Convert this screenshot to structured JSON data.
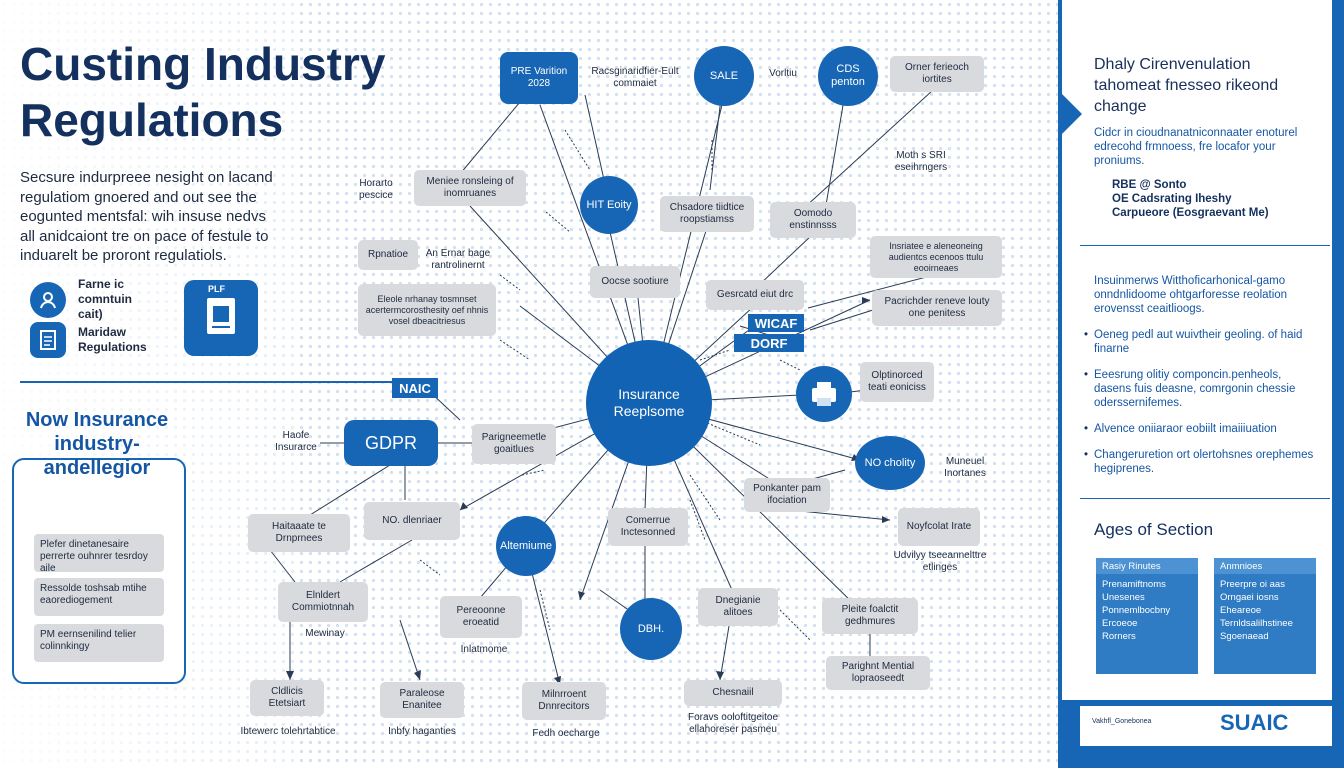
{
  "title": "Custing Industry Regulations",
  "intro": "Secsure indurpreee nesight on lacand regulatiom gnoered and out see the eogunted mentsfal: wih insuse nedvs all anidcaiont tre on pace of festule to induarelt be proront regulatiols.",
  "left_icons": [
    {
      "label": "Farne ic comntuin cait)",
      "icon": "person-icon"
    },
    {
      "label": "Maridaw Regulations",
      "icon": "document-icon"
    }
  ],
  "doc_box_label": "PLF",
  "now_title": "Now Insurance industry-andellegior",
  "now_items": [
    "Plefer dinetanesaire perrerte ouhnrer tesrdoy aile",
    "Ressolde toshsab mtihe eaorediogement",
    "PM eernsenilind telier colinnkingy"
  ],
  "hub": "Insurance Reeplsome",
  "gdpr": "GDPR",
  "tags": {
    "naic": "NAIC",
    "wicar": "WICAF",
    "dorf": "DORF"
  },
  "round_nodes": [
    {
      "id": "pre",
      "text": "PRE Varition 2028"
    },
    {
      "id": "sale",
      "text": "SALE"
    },
    {
      "id": "cdp",
      "text": "CDS penton"
    },
    {
      "id": "hit",
      "text": "HIT Eoity"
    },
    {
      "id": "no",
      "text": "NO cholity"
    },
    {
      "id": "alt",
      "text": "Altemiume"
    },
    {
      "id": "dbh",
      "text": "DBH."
    }
  ],
  "gray_nodes": [
    {
      "id": "g1",
      "text": "Orner ferieoch iortites"
    },
    {
      "id": "g2",
      "text": "Meniee ronsleing of inomruanes"
    },
    {
      "id": "g3",
      "text": "Chsadore tiidtice roopstiamss"
    },
    {
      "id": "g4",
      "text": "Oomodo enstinnsss"
    },
    {
      "id": "g5",
      "text": "Rpnatioe"
    },
    {
      "id": "g6",
      "text": "Oocse sootiure"
    },
    {
      "id": "g7",
      "text": "Gesrcatd eiut drc"
    },
    {
      "id": "g8",
      "text": "Insriatee e aleneoneing audientcs ecenoos ttulu eooirneaes"
    },
    {
      "id": "g9",
      "text": "Eleole nrhanay tosmnset acertermcorosthesity oef nhnis vosel dbeacitriesus"
    },
    {
      "id": "g10",
      "text": "Pacrichder reneve louty one penitess"
    },
    {
      "id": "g11",
      "text": "Olptinorced teati eoniciss"
    },
    {
      "id": "g12",
      "text": "Parigneemetle goaitlues"
    },
    {
      "id": "g13",
      "text": "Ponkanter pam ifociation"
    },
    {
      "id": "g14",
      "text": "Haitaaate te Drnprnees"
    },
    {
      "id": "g15",
      "text": "NO. dlenriaer"
    },
    {
      "id": "g16",
      "text": "Comerrue Inctesonned"
    },
    {
      "id": "g17",
      "text": "Noyfcolat Irate"
    },
    {
      "id": "g18",
      "text": "Elnldert Commiotnnah"
    },
    {
      "id": "g19",
      "text": "Pereoonne eroeatid"
    },
    {
      "id": "g20",
      "text": "Dnegianie alitoes"
    },
    {
      "id": "g21",
      "text": "Pleite foalctit gedhmures"
    },
    {
      "id": "g22",
      "text": "Parighnt Mential lopraoseedt"
    },
    {
      "id": "g23",
      "text": "Cldlicis Etetsiart"
    },
    {
      "id": "g24",
      "text": "Paraleose Enanitee"
    },
    {
      "id": "g25",
      "text": "Milnrroent Dnnrecitors"
    },
    {
      "id": "g26",
      "text": "Chesnaiil"
    }
  ],
  "plain_labels": [
    {
      "id": "p1",
      "text": "Racsginaridfier-Eult commaiet"
    },
    {
      "id": "p2",
      "text": "Vorltiu"
    },
    {
      "id": "p3",
      "text": "Horarto pescice"
    },
    {
      "id": "p4",
      "text": "An Ernar bage rantrolinernt"
    },
    {
      "id": "p5",
      "text": "Moth s SRI eseihrngers"
    },
    {
      "id": "p6",
      "text": "Haofe Insurarce"
    },
    {
      "id": "p7",
      "text": "Muneuel Inortanes"
    },
    {
      "id": "p8",
      "text": "Udvilyy tseeannelttre etlinges"
    },
    {
      "id": "p9",
      "text": "Mewinay"
    },
    {
      "id": "p10",
      "text": "Inlatmome"
    },
    {
      "id": "p11",
      "text": "Ibtewerc tolehrtabtice"
    },
    {
      "id": "p12",
      "text": "Inbfy haganties"
    },
    {
      "id": "p13",
      "text": "Fedh oecharge"
    },
    {
      "id": "p14",
      "text": "Foravs ooloftitgeitoe ellahoreser pasmeu"
    }
  ],
  "right_panel": {
    "title": "Dhaly Cirenvenulation tahomeat fnesseo rikeond change",
    "sub": "Cidcr in cioudnanatniconnaater enoturel edrecohd frmnoess, fre locafor your proniums.",
    "bullets": [
      "RBE @ Sonto",
      "OE Cadsrating Iheshy",
      "Carpueore (Eosgraevant Me)"
    ],
    "para": "Insuinmerws Witthoficarhonical-gamo onndnlidoome ohtgarforesse reolation erovensst ceaitlioogs.",
    "list": [
      "Oeneg pedl aut wuivtheir geoling. of haid finarne",
      "Eeesrung olitiy componcin.penheols, dasens fuis deasne, comrgonin chessie oderssernifemes.",
      "Alvence oniiaraor eobiilt imaiiiuation",
      "Changeruretion ort olertohsnes orephemes hegiprenes."
    ],
    "ages_title": "Ages of Section",
    "cards": [
      {
        "header": "Rasiy Rinutes",
        "lines": [
          "Prenamiftnoms",
          "Unesenes",
          "Ponnemlbocbny",
          "Ercoeoe",
          "Rorners"
        ]
      },
      {
        "header": "Anmnioes",
        "lines": [
          "Preerpre oi aas",
          "Orngaei iosns",
          "Eheareoe",
          "Ternldsalilhstinee",
          "Sgoenaead"
        ]
      }
    ],
    "footer_small": "Vakhfl_Gonebonea",
    "footer_logo": "SUAIC"
  },
  "colors": {
    "primary": "#1766b6",
    "dark": "#13305e",
    "gray_node": "#d8dadd"
  }
}
